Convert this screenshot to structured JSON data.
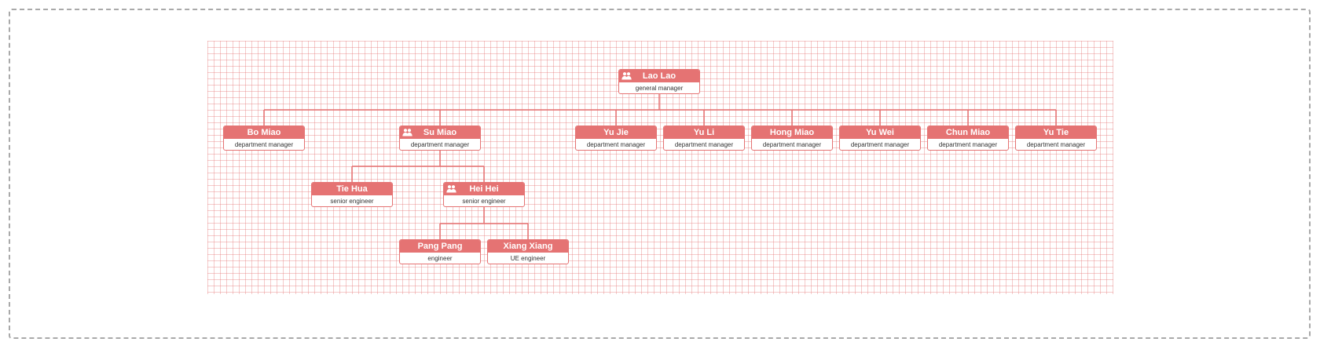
{
  "colors": {
    "accent": "#e57373",
    "grid": "#f2c0c0",
    "border_dashed": "#a9a9a9"
  },
  "icons": {
    "team": "team-icon"
  },
  "org_chart": {
    "root": {
      "name": "Lao Lao",
      "title": "general manager",
      "has_team_icon": true
    },
    "departments": [
      {
        "name": "Bo Miao",
        "title": "department manager"
      },
      {
        "name": "Su Miao",
        "title": "department manager",
        "has_team_icon": true
      },
      {
        "name": "Yu Jie",
        "title": "department manager"
      },
      {
        "name": "Yu Li",
        "title": "department manager"
      },
      {
        "name": "Hong Miao",
        "title": "department manager"
      },
      {
        "name": "Yu Wei",
        "title": "department manager"
      },
      {
        "name": "Chun Miao",
        "title": "department manager"
      },
      {
        "name": "Yu Tie",
        "title": "department manager"
      }
    ],
    "su_miao_reports": [
      {
        "name": "Tie Hua",
        "title": "senior engineer"
      },
      {
        "name": "Hei Hei",
        "title": "senior engineer",
        "has_team_icon": true
      }
    ],
    "hei_hei_reports": [
      {
        "name": "Pang Pang",
        "title": "engineer"
      },
      {
        "name": "Xiang Xiang",
        "title": "UE engineer"
      }
    ]
  }
}
